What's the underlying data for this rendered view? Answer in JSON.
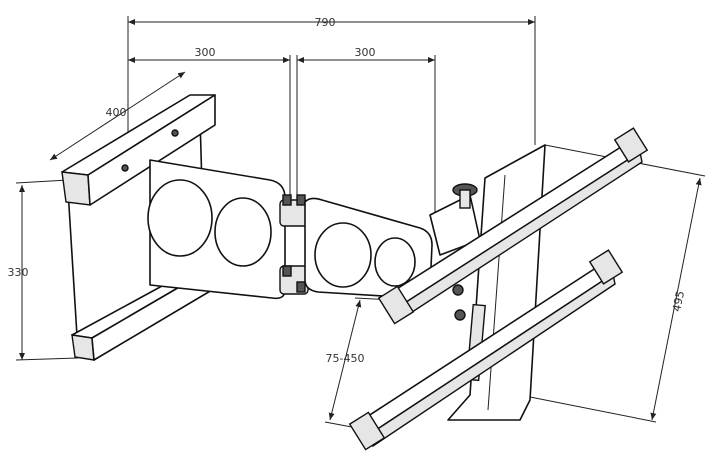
{
  "drawing": {
    "subject": "tv-wall-mount",
    "dimensions": {
      "overall_width": "790",
      "arm1_length": "300",
      "arm2_length": "300",
      "wall_plate_width": "400",
      "wall_plate_height": "330",
      "vesa_range": "75-450",
      "rail_spacing": "495"
    }
  }
}
